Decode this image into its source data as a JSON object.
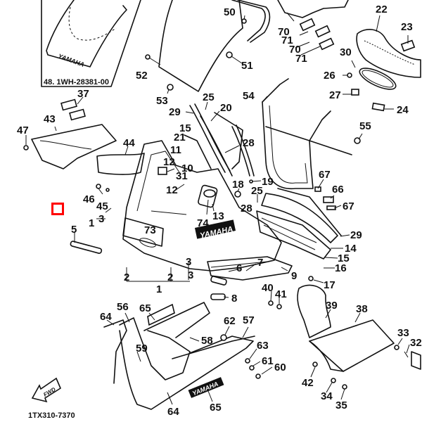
{
  "diagram": {
    "title_code": "1TX310-7370",
    "inset_caption": "48. 1WH-28381-00",
    "direction_arrow_label": "FWD",
    "brand_decal": "YAMAHA",
    "marker_color": "#ff0000",
    "callouts": [
      {
        "id": "50",
        "label": "50"
      },
      {
        "id": "51",
        "label": "51"
      },
      {
        "id": "52",
        "label": "52"
      },
      {
        "id": "53",
        "label": "53"
      },
      {
        "id": "37",
        "label": "37"
      },
      {
        "id": "43",
        "label": "43"
      },
      {
        "id": "47",
        "label": "47"
      },
      {
        "id": "44",
        "label": "44"
      },
      {
        "id": "25a",
        "label": "25"
      },
      {
        "id": "20",
        "label": "20"
      },
      {
        "id": "29a",
        "label": "29"
      },
      {
        "id": "15a",
        "label": "15"
      },
      {
        "id": "21",
        "label": "21"
      },
      {
        "id": "11",
        "label": "11"
      },
      {
        "id": "28a",
        "label": "28"
      },
      {
        "id": "54",
        "label": "54"
      },
      {
        "id": "10",
        "label": "10"
      },
      {
        "id": "12a",
        "label": "12"
      },
      {
        "id": "31",
        "label": "31"
      },
      {
        "id": "12b",
        "label": "12"
      },
      {
        "id": "46",
        "label": "46"
      },
      {
        "id": "45",
        "label": "45"
      },
      {
        "id": "3a",
        "label": "3"
      },
      {
        "id": "1a",
        "label": "1"
      },
      {
        "id": "5",
        "label": "5"
      },
      {
        "id": "74",
        "label": "74"
      },
      {
        "id": "13",
        "label": "13"
      },
      {
        "id": "18",
        "label": "18"
      },
      {
        "id": "19",
        "label": "19"
      },
      {
        "id": "25b",
        "label": "25"
      },
      {
        "id": "28b",
        "label": "28"
      },
      {
        "id": "70a",
        "label": "70"
      },
      {
        "id": "71a",
        "label": "71"
      },
      {
        "id": "70b",
        "label": "70"
      },
      {
        "id": "71b",
        "label": "71"
      },
      {
        "id": "22",
        "label": "22"
      },
      {
        "id": "23",
        "label": "23"
      },
      {
        "id": "30",
        "label": "30"
      },
      {
        "id": "26",
        "label": "26"
      },
      {
        "id": "27",
        "label": "27"
      },
      {
        "id": "24",
        "label": "24"
      },
      {
        "id": "55",
        "label": "55"
      },
      {
        "id": "67a",
        "label": "67"
      },
      {
        "id": "66",
        "label": "66"
      },
      {
        "id": "67b",
        "label": "67"
      },
      {
        "id": "29b",
        "label": "29"
      },
      {
        "id": "14",
        "label": "14"
      },
      {
        "id": "15b",
        "label": "15"
      },
      {
        "id": "16",
        "label": "16"
      },
      {
        "id": "9",
        "label": "9"
      },
      {
        "id": "17",
        "label": "17"
      },
      {
        "id": "6",
        "label": "6"
      },
      {
        "id": "7",
        "label": "7"
      },
      {
        "id": "3b",
        "label": "3"
      },
      {
        "id": "2a",
        "label": "2"
      },
      {
        "id": "2b",
        "label": "2"
      },
      {
        "id": "1b",
        "label": "1"
      },
      {
        "id": "3c",
        "label": "3"
      },
      {
        "id": "8",
        "label": "8"
      },
      {
        "id": "40",
        "label": "40"
      },
      {
        "id": "41",
        "label": "41"
      },
      {
        "id": "39",
        "label": "39"
      },
      {
        "id": "38",
        "label": "38"
      },
      {
        "id": "33",
        "label": "33"
      },
      {
        "id": "32",
        "label": "32"
      },
      {
        "id": "42",
        "label": "42"
      },
      {
        "id": "34",
        "label": "34"
      },
      {
        "id": "35",
        "label": "35"
      },
      {
        "id": "64a",
        "label": "64"
      },
      {
        "id": "56",
        "label": "56"
      },
      {
        "id": "65a",
        "label": "65"
      },
      {
        "id": "59",
        "label": "59"
      },
      {
        "id": "58",
        "label": "58"
      },
      {
        "id": "62",
        "label": "62"
      },
      {
        "id": "57",
        "label": "57"
      },
      {
        "id": "63",
        "label": "63"
      },
      {
        "id": "61",
        "label": "61"
      },
      {
        "id": "60",
        "label": "60"
      },
      {
        "id": "64b",
        "label": "64"
      },
      {
        "id": "65b",
        "label": "65"
      },
      {
        "id": "73",
        "label": "73"
      }
    ]
  }
}
